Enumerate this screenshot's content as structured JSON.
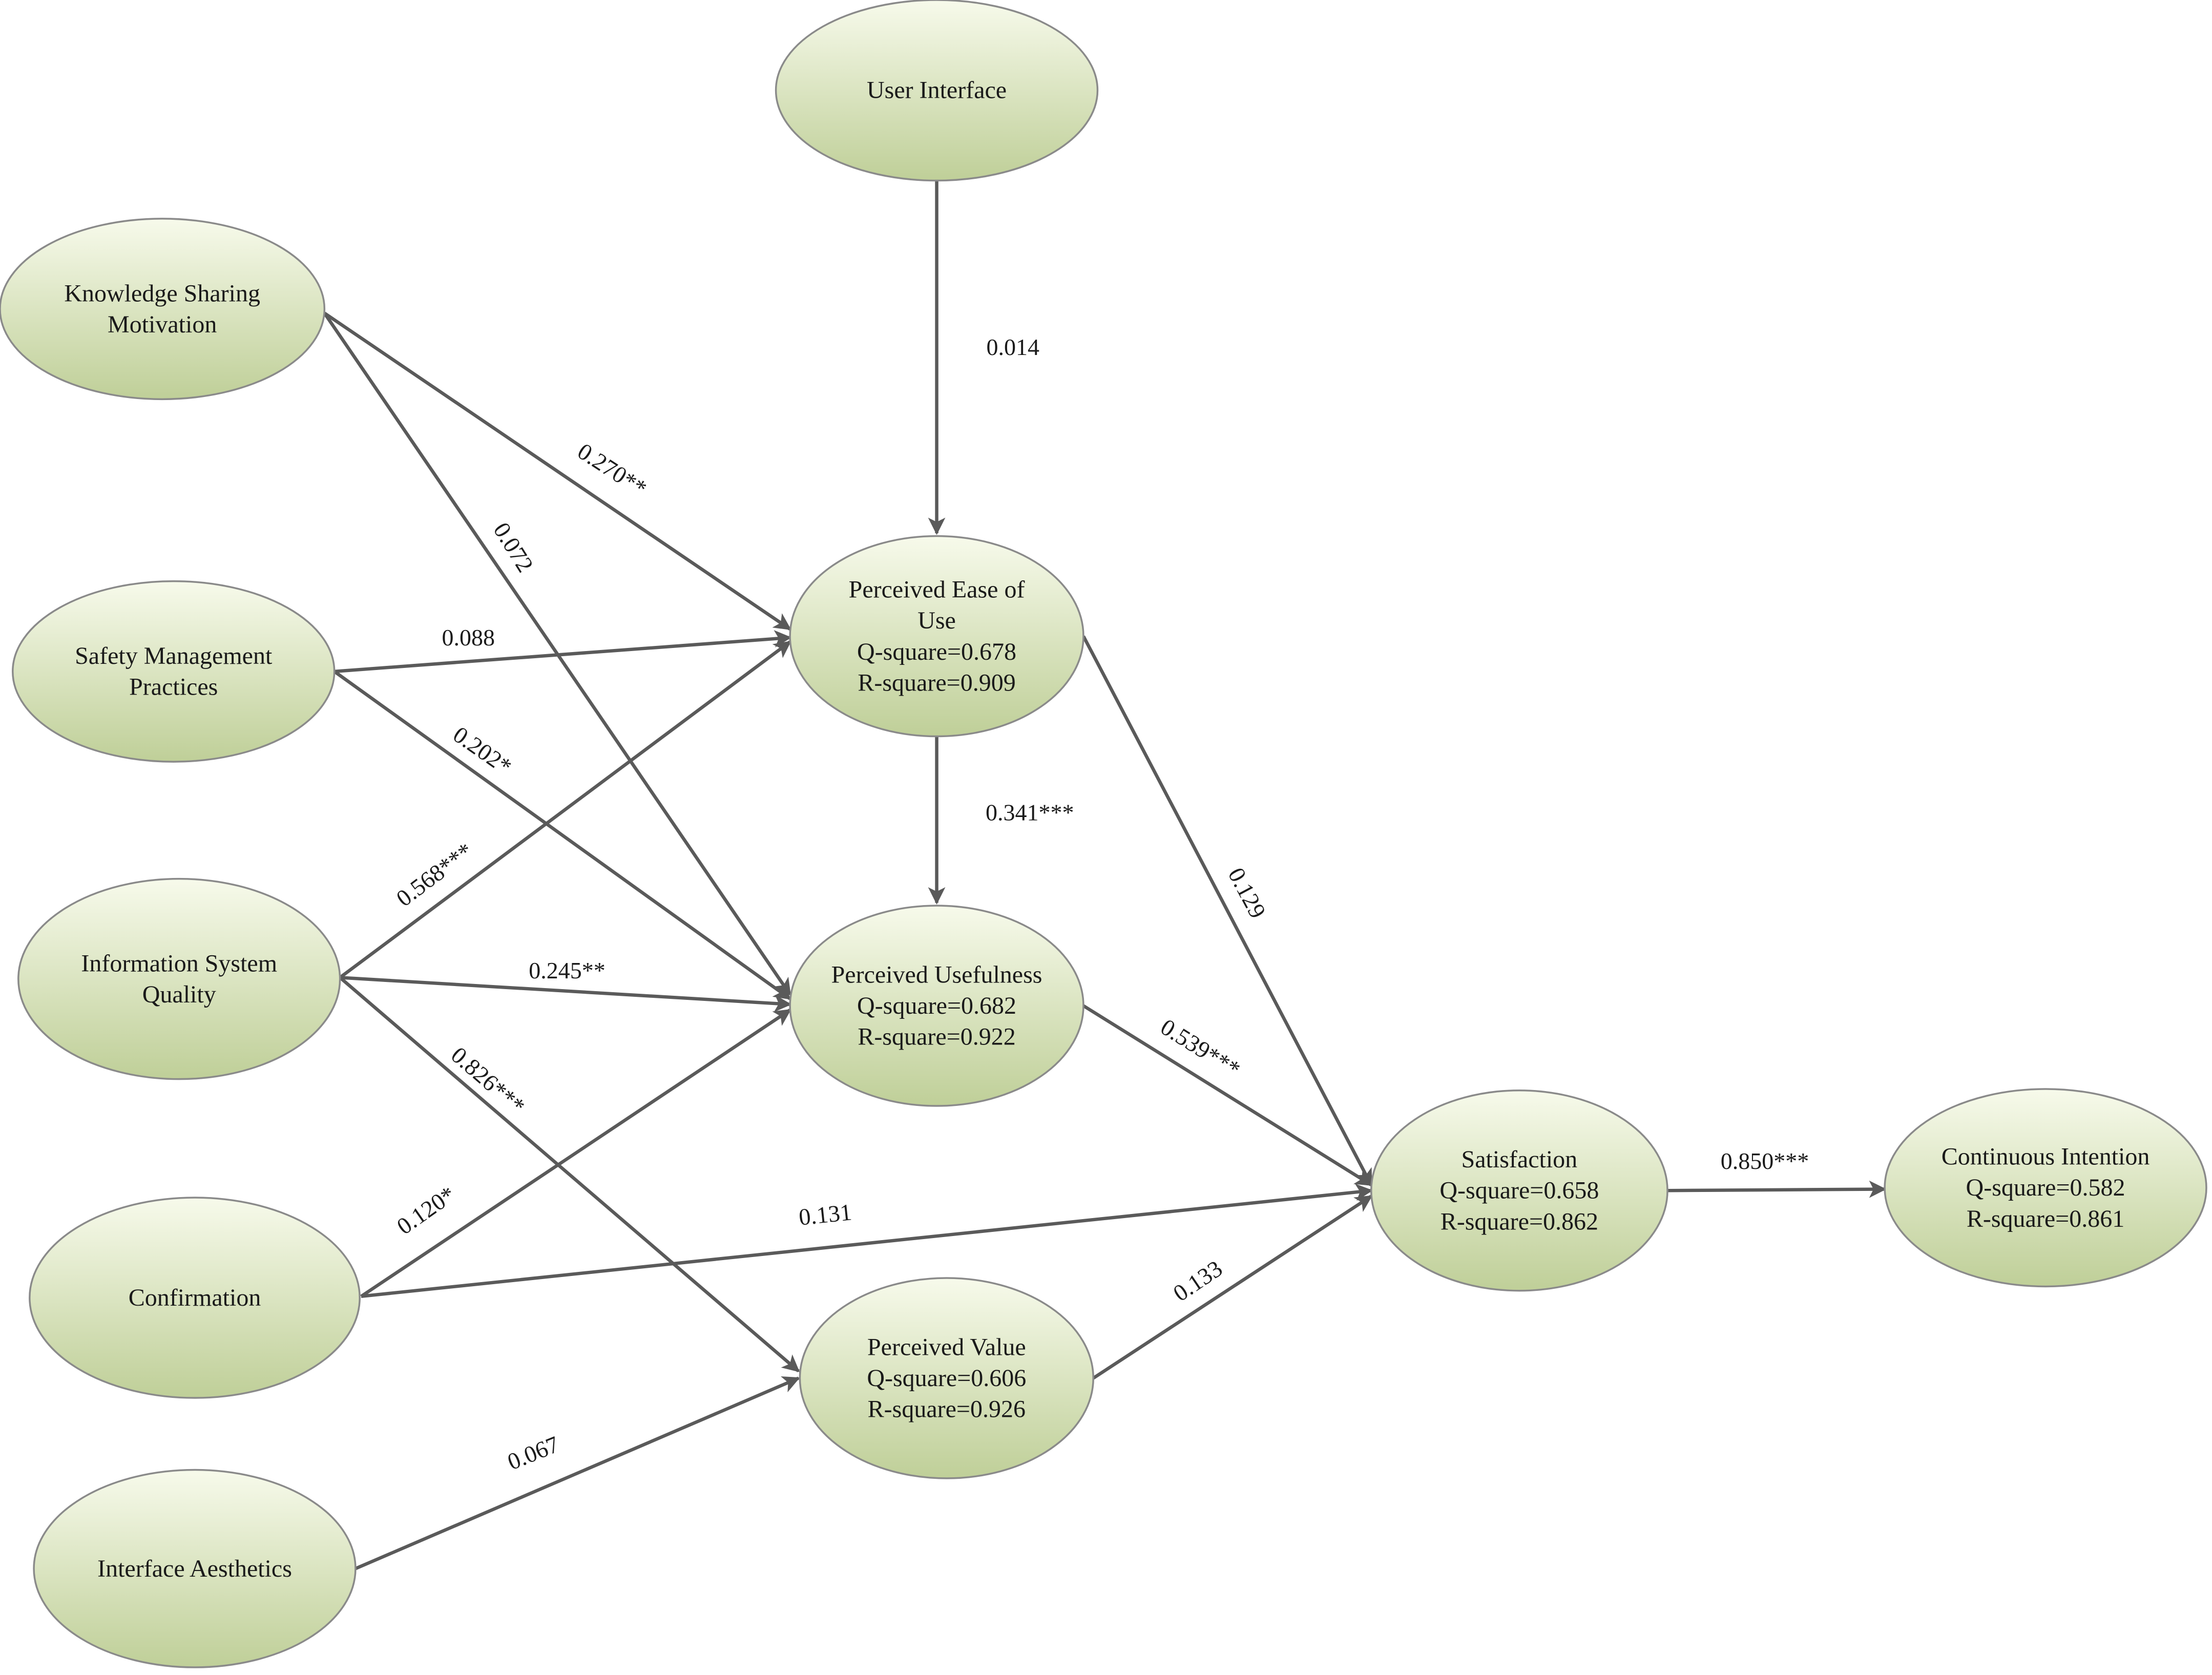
{
  "colors": {
    "node_fill_top": "#f7faeb",
    "node_fill_bottom": "#bfcf98",
    "node_border": "#8a8a8a",
    "arrow": "#5a5a5a",
    "text": "#1a1a1a"
  },
  "nodes": [
    {
      "id": "ui",
      "lines": [
        "User Interface"
      ]
    },
    {
      "id": "ksm",
      "lines": [
        "Knowledge Sharing",
        "Motivation"
      ]
    },
    {
      "id": "smp",
      "lines": [
        "Safety Management",
        "Practices"
      ]
    },
    {
      "id": "isq",
      "lines": [
        "Information System",
        "Quality"
      ]
    },
    {
      "id": "conf",
      "lines": [
        "Confirmation"
      ]
    },
    {
      "id": "ia",
      "lines": [
        "Interface Aesthetics"
      ]
    },
    {
      "id": "peou",
      "lines": [
        "Perceived Ease of",
        "Use",
        "Q-square=0.678",
        "R-square=0.909"
      ]
    },
    {
      "id": "pu",
      "lines": [
        "Perceived Usefulness",
        "Q-square=0.682",
        "R-square=0.922"
      ]
    },
    {
      "id": "pv",
      "lines": [
        "Perceived Value",
        "Q-square=0.606",
        "R-square=0.926"
      ]
    },
    {
      "id": "sat",
      "lines": [
        "Satisfaction",
        "Q-square=0.658",
        "R-square=0.862"
      ]
    },
    {
      "id": "ci",
      "lines": [
        "Continuous Intention",
        "Q-square=0.582",
        "R-square=0.861"
      ]
    }
  ],
  "paths": [
    {
      "from": "ui",
      "to": "peou",
      "label": "0.014"
    },
    {
      "from": "ksm",
      "to": "peou",
      "label": "0.270**"
    },
    {
      "from": "ksm",
      "to": "pu",
      "label": "0.072"
    },
    {
      "from": "smp",
      "to": "peou",
      "label": "0.088"
    },
    {
      "from": "smp",
      "to": "pu",
      "label": "0.202*"
    },
    {
      "from": "isq",
      "to": "peou",
      "label": "0.568***"
    },
    {
      "from": "isq",
      "to": "pu",
      "label": "0.245**"
    },
    {
      "from": "isq",
      "to": "pv",
      "label": "0.826***"
    },
    {
      "from": "conf",
      "to": "pu",
      "label": "0.120*"
    },
    {
      "from": "conf",
      "to": "sat",
      "label": "0.131"
    },
    {
      "from": "ia",
      "to": "pv",
      "label": "0.067"
    },
    {
      "from": "peou",
      "to": "pu",
      "label": "0.341***"
    },
    {
      "from": "peou",
      "to": "sat",
      "label": "0.129"
    },
    {
      "from": "pu",
      "to": "sat",
      "label": "0.539***"
    },
    {
      "from": "pv",
      "to": "sat",
      "label": "0.133"
    },
    {
      "from": "sat",
      "to": "ci",
      "label": "0.850***"
    }
  ]
}
